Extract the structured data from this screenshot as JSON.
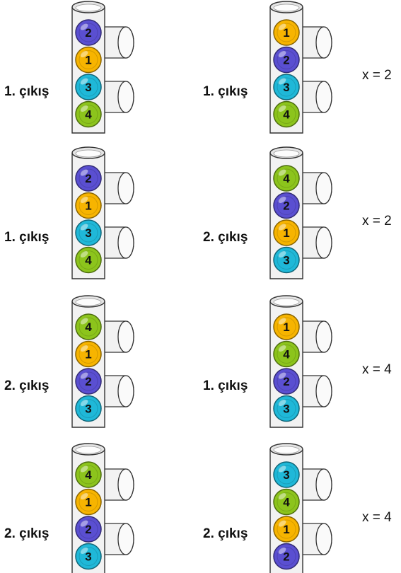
{
  "colors": {
    "1": "#f7b400",
    "2": "#5a4fd1",
    "3": "#1fb8d8",
    "4": "#8cc41c",
    "tube_fill": "#f2f2f2",
    "tube_stroke": "#333333"
  },
  "rows": [
    {
      "left": {
        "label": "1. çıkış",
        "balls": [
          "2",
          "1",
          "3",
          "4"
        ]
      },
      "right": {
        "label": "1. çıkış",
        "balls": [
          "1",
          "2",
          "3",
          "4"
        ]
      },
      "result": "x = 2"
    },
    {
      "left": {
        "label": "1. çıkış",
        "balls": [
          "2",
          "1",
          "3",
          "4"
        ]
      },
      "right": {
        "label": "2. çıkış",
        "balls": [
          "4",
          "2",
          "1",
          "3"
        ]
      },
      "result": "x = 2"
    },
    {
      "left": {
        "label": "2. çıkış",
        "balls": [
          "4",
          "1",
          "2",
          "3"
        ]
      },
      "right": {
        "label": "1. çıkış",
        "balls": [
          "1",
          "4",
          "2",
          "3"
        ]
      },
      "result": "x = 4"
    },
    {
      "left": {
        "label": "2. çıkış",
        "balls": [
          "4",
          "1",
          "2",
          "3"
        ]
      },
      "right": {
        "label": "2. çıkış",
        "balls": [
          "3",
          "4",
          "1",
          "2"
        ]
      },
      "result": "x = 4"
    }
  ]
}
